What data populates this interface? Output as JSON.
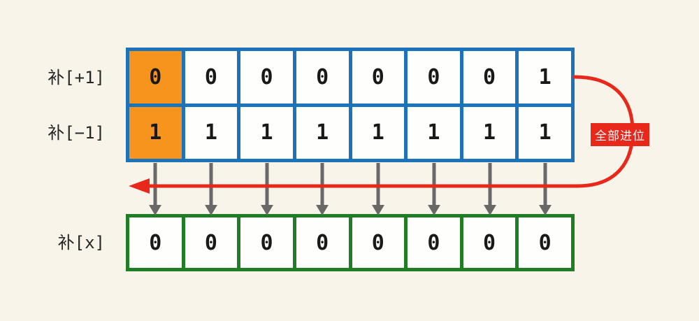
{
  "diagram": {
    "background": "#F8F4E9",
    "colors": {
      "table_top_border": "#1D73B9",
      "table_bottom_border": "#1F7E25",
      "highlight_cell": "#F7941E",
      "carry_accent": "#E9281C",
      "down_arrow": "#686868",
      "digit_text": "#191919",
      "label_text": "#262626"
    },
    "rows": {
      "plus_one": {
        "label": "补[+1]",
        "cells": [
          "0",
          "0",
          "0",
          "0",
          "0",
          "0",
          "0",
          "1"
        ],
        "highlight_index": 0
      },
      "minus_one": {
        "label": "补[−1]",
        "cells": [
          "1",
          "1",
          "1",
          "1",
          "1",
          "1",
          "1",
          "1"
        ],
        "highlight_index": 0
      },
      "result": {
        "label": "补[x]",
        "cells": [
          "0",
          "0",
          "0",
          "0",
          "0",
          "0",
          "0",
          "0"
        ]
      }
    },
    "carry_badge": {
      "label": "全部进位"
    }
  }
}
